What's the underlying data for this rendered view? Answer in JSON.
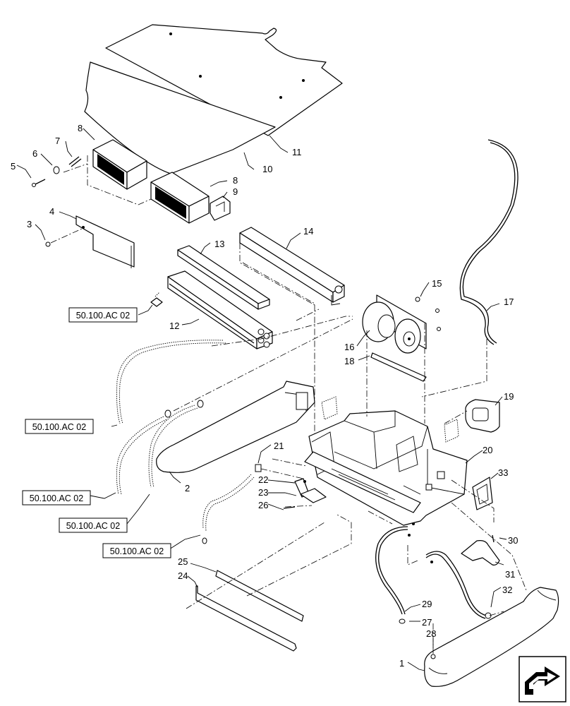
{
  "callouts": {
    "c1": "1",
    "c2": "2",
    "c3": "3",
    "c4": "4",
    "c5": "5",
    "c6": "6",
    "c7": "7",
    "c8a": "8",
    "c8b": "8",
    "c9": "9",
    "c10": "10",
    "c11": "11",
    "c12": "12",
    "c13": "13",
    "c14": "14",
    "c15": "15",
    "c16": "16",
    "c17": "17",
    "c18": "18",
    "c19": "19",
    "c20": "20",
    "c21": "21",
    "c22": "22",
    "c23": "23",
    "c24": "24",
    "c25": "25",
    "c26": "26",
    "c27": "27",
    "c28": "28",
    "c29": "29",
    "c30": "30",
    "c31": "31",
    "c32": "32",
    "c33": "33"
  },
  "references": {
    "ref_a": "50.100.AC 02",
    "ref_b": "50.100.AC 02",
    "ref_c": "50.100.AC 02",
    "ref_d": "50.100.AC 02",
    "ref_e": "50.100.AC 02"
  },
  "icons": {
    "nav": "next-arrow-icon"
  }
}
